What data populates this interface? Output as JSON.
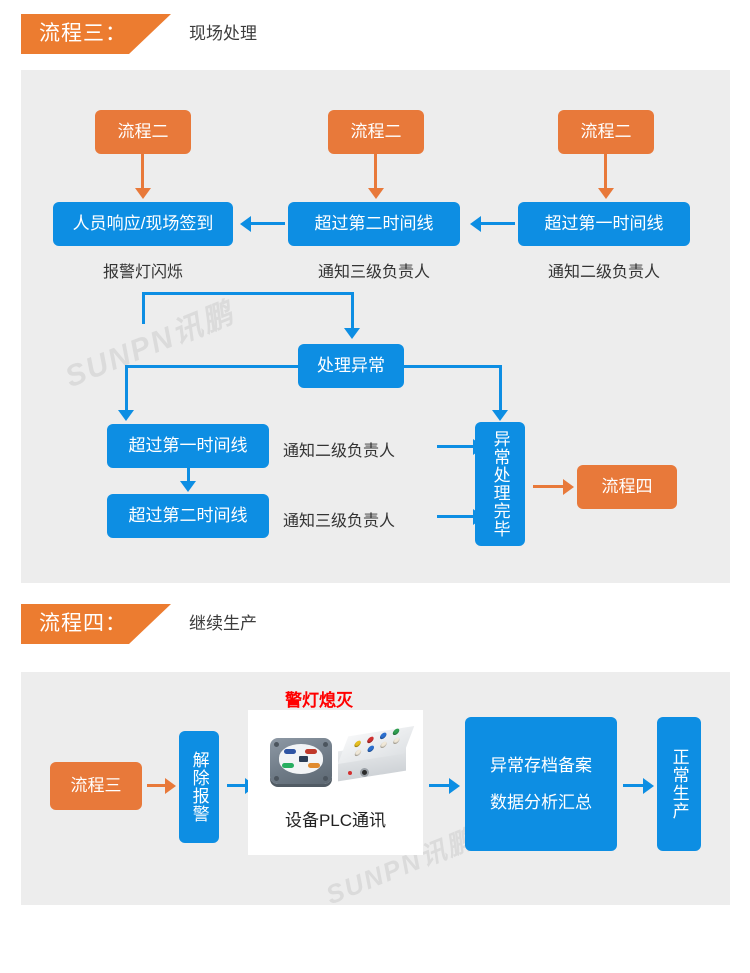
{
  "sections": [
    {
      "id": "flow3",
      "banner_label": "流程三：",
      "banner_sub": "现场处理",
      "nodes": {
        "src_left": "流程二",
        "src_mid": "流程二",
        "src_right": "流程二",
        "row_left": "人员响应/现场签到",
        "row_mid": "超过第二时间线",
        "row_right": "超过第一时间线",
        "cap_left": "报警灯闪烁",
        "cap_mid": "通知三级负责人",
        "cap_right": "通知二级负责人",
        "handle": "处理异常",
        "t1": "超过第一时间线",
        "t2": "超过第二时间线",
        "t1_note": "通知二级负责人",
        "t2_note": "通知三级负责人",
        "done": "异常处理完毕",
        "next": "流程四"
      }
    },
    {
      "id": "flow4",
      "banner_label": "流程四：",
      "banner_sub": "继续生产",
      "nodes": {
        "from": "流程三",
        "release": "解除报警",
        "alarm_off": "警灯熄灭",
        "photo_caption": "设备PLC通讯",
        "archive_line1": "异常存档备案",
        "archive_line2": "数据分析汇总",
        "normal": "正常生产"
      }
    }
  ],
  "watermark": "SUNPN讯鹏",
  "colors": {
    "orange": "#E8793A",
    "banner_orange": "#EC7C30",
    "blue": "#0D8EE3",
    "panel_bg": "#EDEDED",
    "red": "#FF0000",
    "page_bg": "#FFFFFF"
  }
}
